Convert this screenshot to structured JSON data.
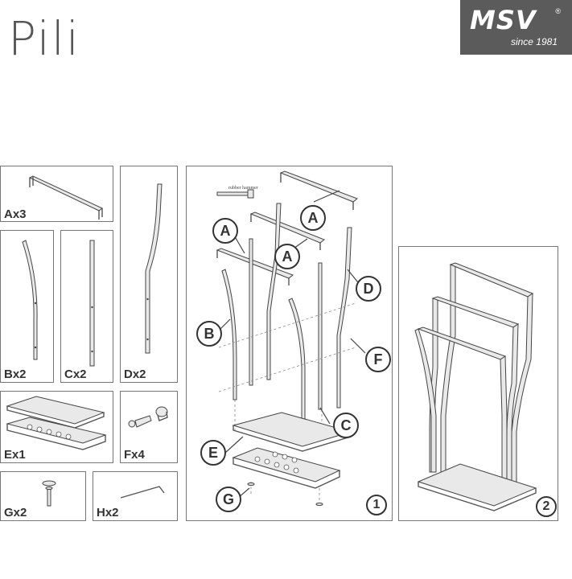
{
  "header": {
    "title": "Pili"
  },
  "brand": {
    "logo": "MSV",
    "registered": "®",
    "since": "since 1981"
  },
  "parts": [
    {
      "id": "A",
      "label": "Ax3"
    },
    {
      "id": "B",
      "label": "Bx2"
    },
    {
      "id": "C",
      "label": "Cx2"
    },
    {
      "id": "D",
      "label": "Dx2"
    },
    {
      "id": "E",
      "label": "Ex1"
    },
    {
      "id": "F",
      "label": "Fx4"
    },
    {
      "id": "G",
      "label": "Gx2"
    },
    {
      "id": "H",
      "label": "Hx2"
    }
  ],
  "assembly": {
    "callouts": [
      "A",
      "A",
      "A",
      "B",
      "C",
      "D",
      "E",
      "F",
      "G"
    ],
    "hammer_label": "rubber hammer",
    "step": "1"
  },
  "result": {
    "step": "2"
  }
}
